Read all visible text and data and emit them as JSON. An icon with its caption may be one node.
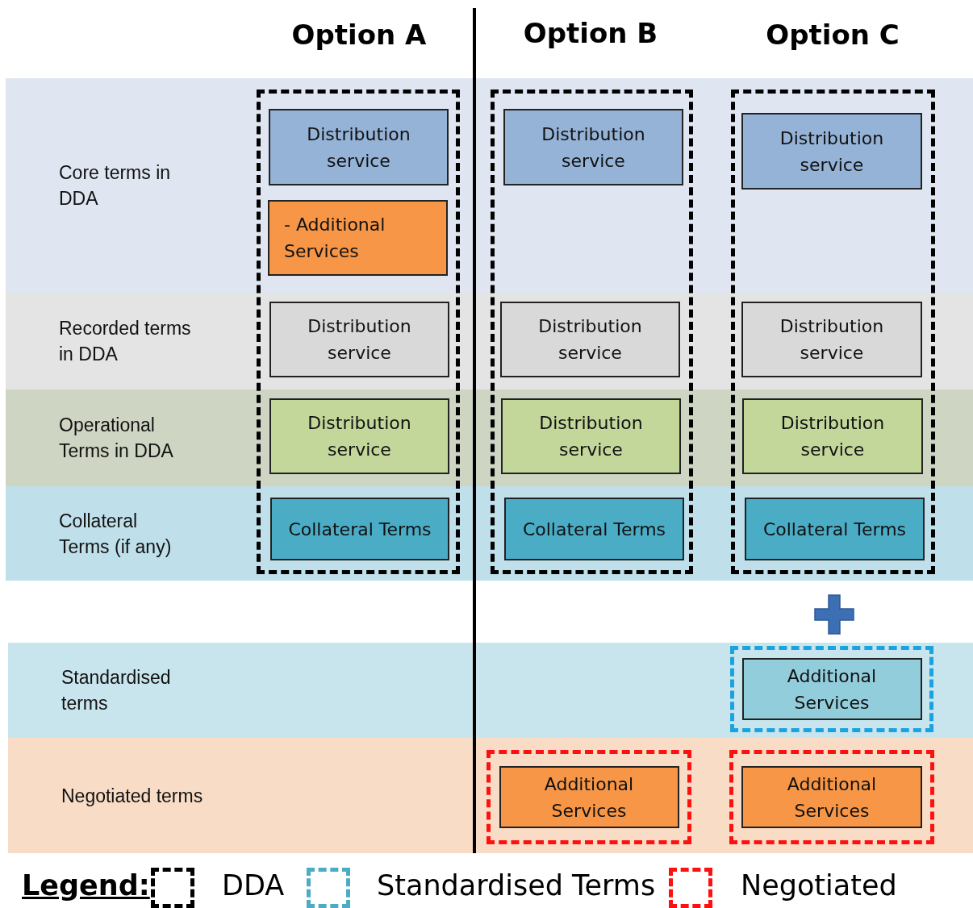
{
  "diagram": {
    "nodes": [
      {
        "text": [
          "Core terms in DDA"
        ]
      },
      {
        "text": [
          "Recorded terms in DDA"
        ]
      },
      {
        "text": [
          "Operational Terms in DDA"
        ]
      },
      {
        "text": [
          "Collateral Terms (if any)"
        ]
      },
      {
        "text": [
          "Standardised terms"
        ]
      },
      {
        "text": [
          "Negotiated terms"
        ]
      },
      {
        "text": [],
        "shape": "box"
      },
      {
        "text": [
          "Distribution service"
        ]
      },
      {
        "text": [
          "- Additional Services"
        ]
      },
      {
        "text": [
          "Distribution service"
        ]
      },
      {
        "text": [
          "Distribution service"
        ]
      },
      {
        "text": [
          "Collateral Terms"
        ]
      },
      {
        "text": [],
        "shape": "box"
      },
      {
        "text": [
          "Distribution service"
        ]
      },
      {
        "text": [
          "Distribution service"
        ]
      },
      {
        "text": [
          "Distribution service"
        ]
      },
      {
        "text": [
          "Collateral Terms"
        ]
      },
      {
        "text": [],
        "shape": "box"
      },
      {
        "text": [
          "Distribution service"
        ]
      },
      {
        "text": [
          "Distribution service"
        ]
      },
      {
        "text": [
          "Distribution service"
        ]
      },
      {
        "text": [
          "Collateral Terms"
        ]
      },
      {
        "text": [],
        "shape": "box",
        "in": 4
      },
      {
        "text": [
          "Additional Services"
        ],
        "in": 22
      },
      {
        "text": [],
        "shape": "box",
        "in": 5
      },
      {
        "text": [
          "Additional Services"
        ],
        "in": 24
      },
      {
        "text": [],
        "shape": "box",
        "in": 5
      },
      {
        "text": [
          "Additional Services"
        ],
        "in": 26
      }
    ],
    "edges": [],
    "labels": [
      "Option A",
      "Option B",
      "Option C",
      "Legend:"
    ],
    "legend": [
      {
        "text": "DDA"
      },
      {
        "text": "Standardised Terms"
      },
      {
        "text": "Negotiated"
      }
    ]
  }
}
